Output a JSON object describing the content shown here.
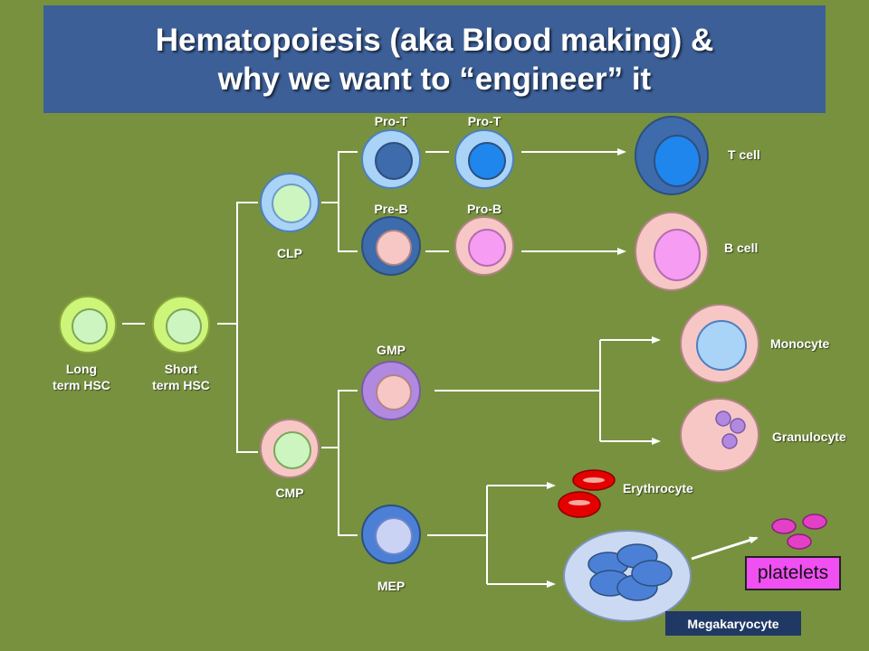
{
  "title": {
    "line1": "Hematopoiesis (aka Blood making) &",
    "line2": "why we want to “engineer” it"
  },
  "labels": {
    "long_hsc": [
      "Long",
      "term HSC"
    ],
    "short_hsc": [
      "Short",
      "term HSC"
    ],
    "clp": "CLP",
    "cmp": "CMP",
    "gmp": "GMP",
    "mep": "MEP",
    "pro_t_1": "Pro-T",
    "pro_t_2": "Pro-T",
    "pre_b": "Pre-B",
    "pro_b": "Pro-B",
    "t_cell": "T cell",
    "b_cell": "B  cell",
    "monocyte": "Monocyte",
    "granulocyte": "Granulocyte",
    "erythrocyte": "Erythrocyte",
    "platelets": "platelets",
    "megakaryocyte": "Megakaryocyte"
  },
  "colors": {
    "background": "#77913f",
    "title_bar": "#3c5f97",
    "hsc_outer": "#ccf57a",
    "hsc_inner": "#ccf5c0",
    "lymphoid_outer": "#a9d4f7",
    "pink_outer": "#f7c7c6",
    "dark_blue": "#3d6bab",
    "bright_blue": "#1f86ee",
    "magenta": "#f79cf3",
    "lavender": "#b189e0",
    "erythrocyte": "#e40000",
    "platelet": "#e43fc7",
    "megakaryocyte_body": "#cbdaf2",
    "megakaryocyte_nucleus": "#4b80d6"
  }
}
